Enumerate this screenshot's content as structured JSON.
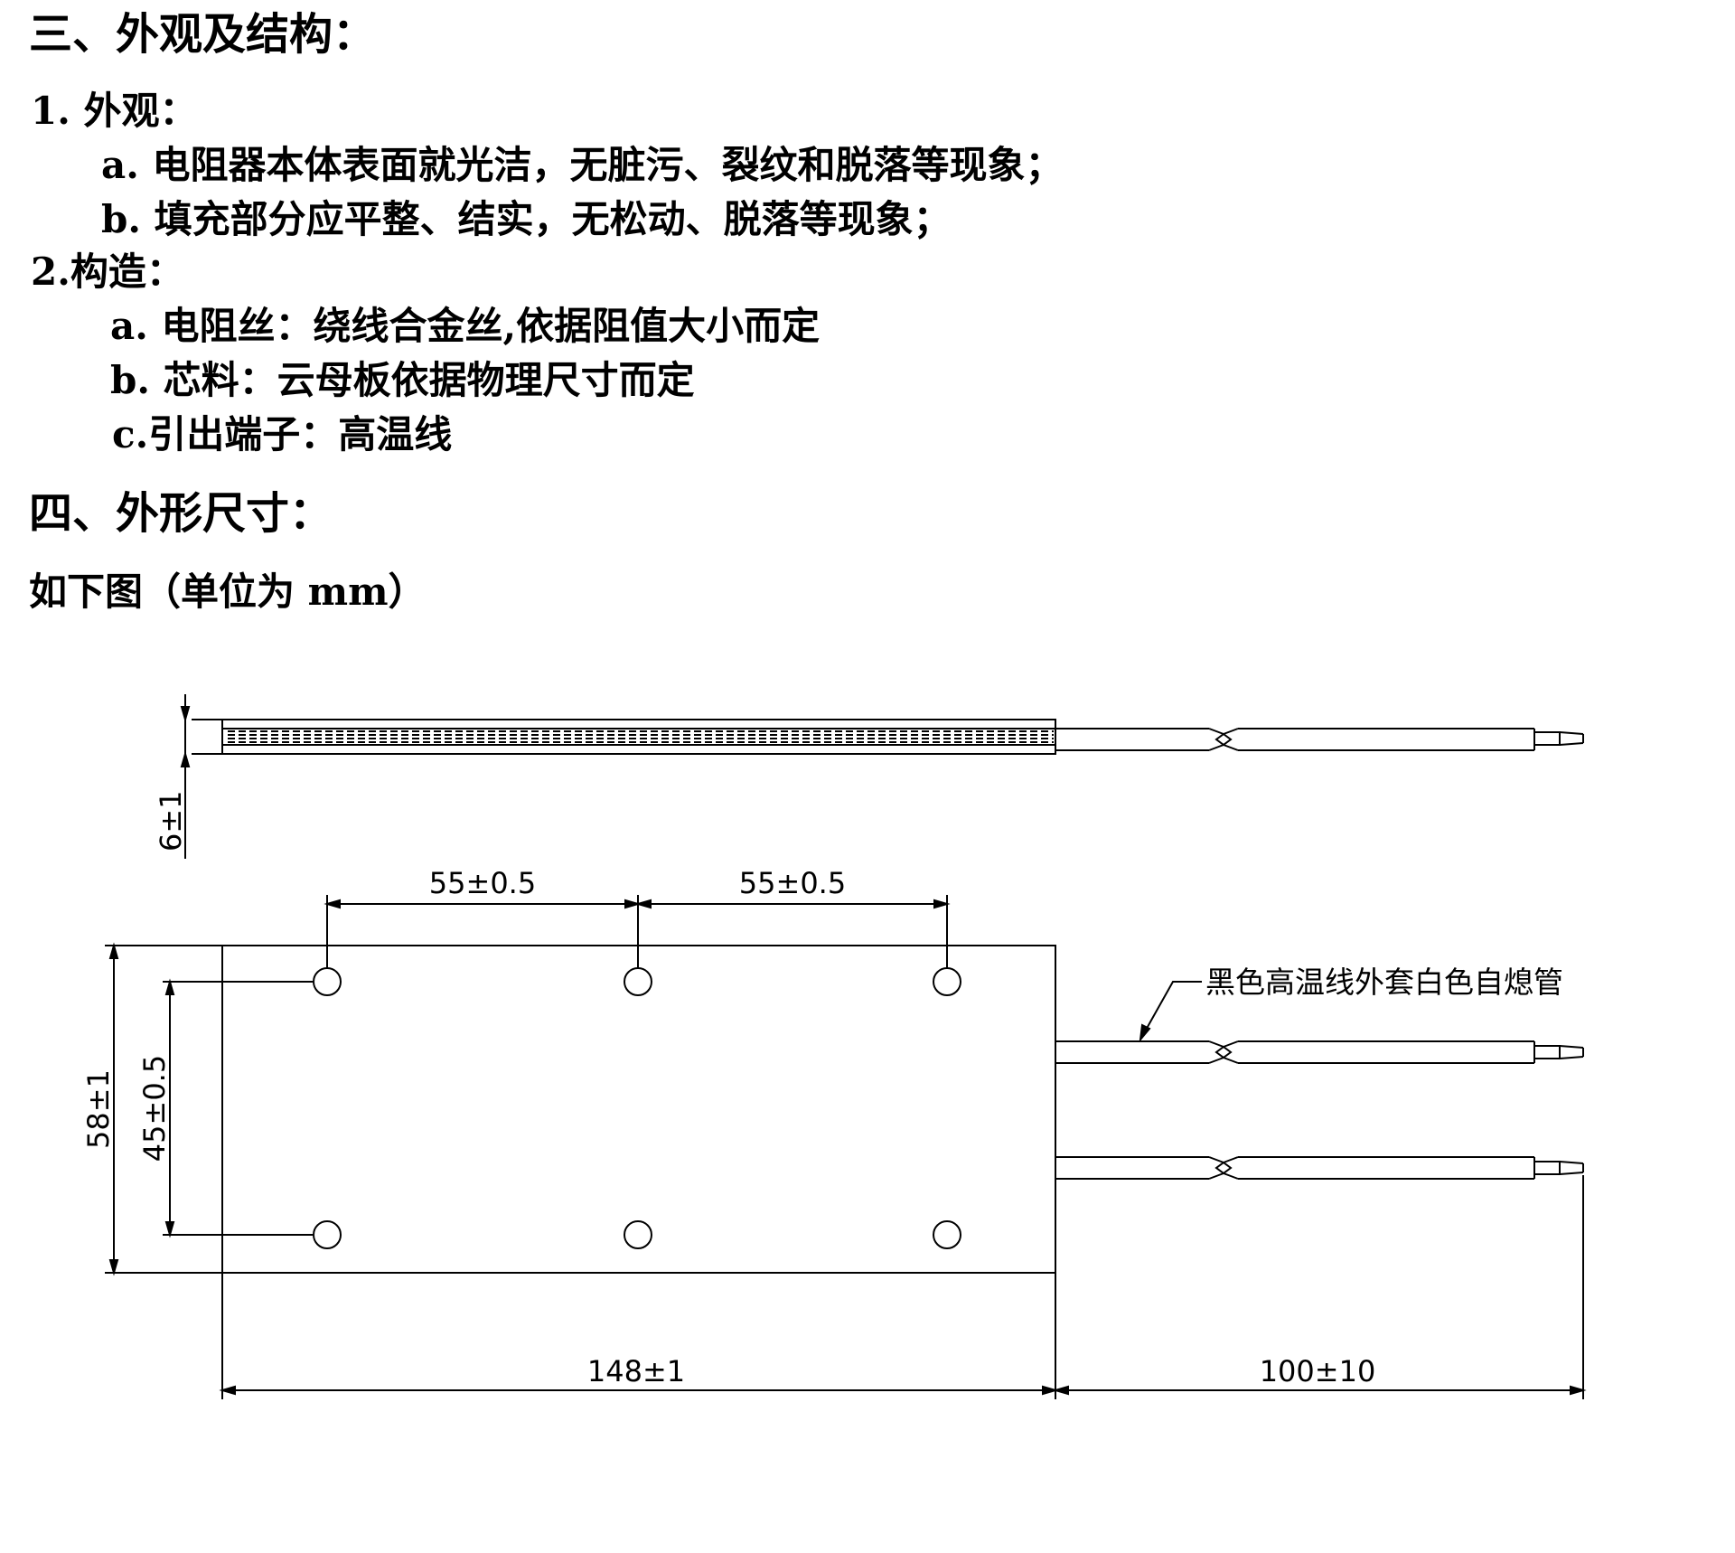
{
  "section3": {
    "title": "三、外观及结构：",
    "appearance_heading": "1. 外观：",
    "appearance_a": "a. 电阻器本体表面就光洁，无脏污、裂纹和脱落等现象；",
    "appearance_b": "b. 填充部分应平整、结实，无松动、脱落等现象；",
    "structure_heading": "2.构造：",
    "structure_a": "a. 电阻丝：绕线合金丝,依据阻值大小而定",
    "structure_b": "b. 芯料：云母板依据物理尺寸而定",
    "structure_c": "c.引出端子：高温线"
  },
  "section4": {
    "title": "四、外形尺寸：",
    "subtitle": "如下图（单位为 mm）"
  },
  "drawing": {
    "thickness_label": "6±1",
    "hole_spacing_left_label": "55±0.5",
    "hole_spacing_right_label": "55±0.5",
    "height_label": "58±1",
    "hole_vertical_label": "45±0.5",
    "length_label": "148±1",
    "lead_length_label": "100±10",
    "wire_note": "黑色高温线外套白色自熄管"
  }
}
